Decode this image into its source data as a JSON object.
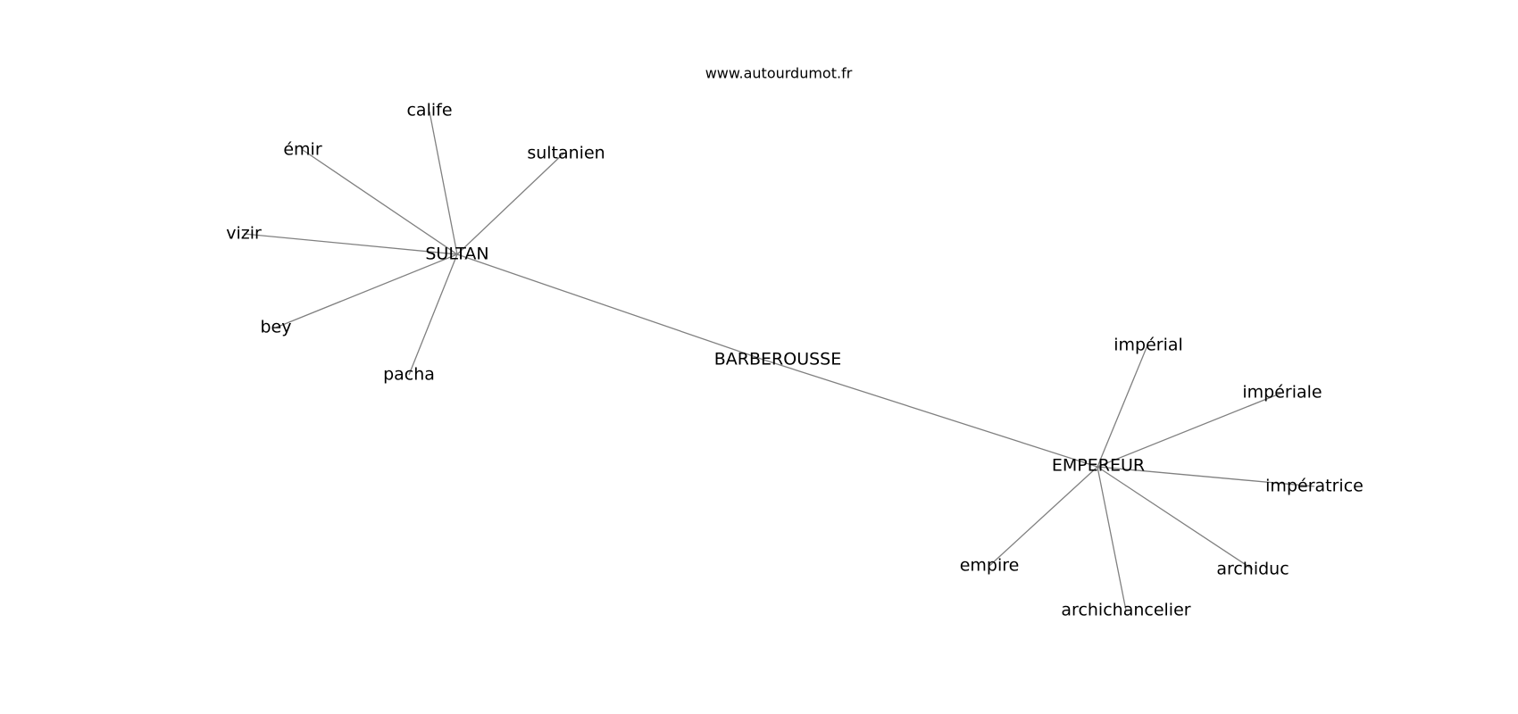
{
  "site": "www.autourdumot.fr",
  "nodes": [
    {
      "id": "barberousse",
      "label": "BARBEROUSSE"
    },
    {
      "id": "sultan",
      "label": "SULTAN"
    },
    {
      "id": "empereur",
      "label": "EMPEREUR"
    },
    {
      "id": "calife",
      "label": "calife"
    },
    {
      "id": "emir",
      "label": "émir"
    },
    {
      "id": "sultanien",
      "label": "sultanien"
    },
    {
      "id": "vizir",
      "label": "vizir"
    },
    {
      "id": "bey",
      "label": "bey"
    },
    {
      "id": "pacha",
      "label": "pacha"
    },
    {
      "id": "imperial",
      "label": "impérial"
    },
    {
      "id": "imperiale",
      "label": "impériale"
    },
    {
      "id": "imperatrice",
      "label": "impératrice"
    },
    {
      "id": "archiduc",
      "label": "archiduc"
    },
    {
      "id": "archichancelier",
      "label": "archichancelier"
    },
    {
      "id": "empire",
      "label": "empire"
    }
  ],
  "edges": [
    [
      "barberousse",
      "sultan"
    ],
    [
      "barberousse",
      "empereur"
    ],
    [
      "sultan",
      "calife"
    ],
    [
      "sultan",
      "emir"
    ],
    [
      "sultan",
      "sultanien"
    ],
    [
      "sultan",
      "vizir"
    ],
    [
      "sultan",
      "bey"
    ],
    [
      "sultan",
      "pacha"
    ],
    [
      "empereur",
      "imperial"
    ],
    [
      "empereur",
      "imperiale"
    ],
    [
      "empereur",
      "imperatrice"
    ],
    [
      "empereur",
      "archiduc"
    ],
    [
      "empereur",
      "archichancelier"
    ],
    [
      "empereur",
      "empire"
    ]
  ]
}
